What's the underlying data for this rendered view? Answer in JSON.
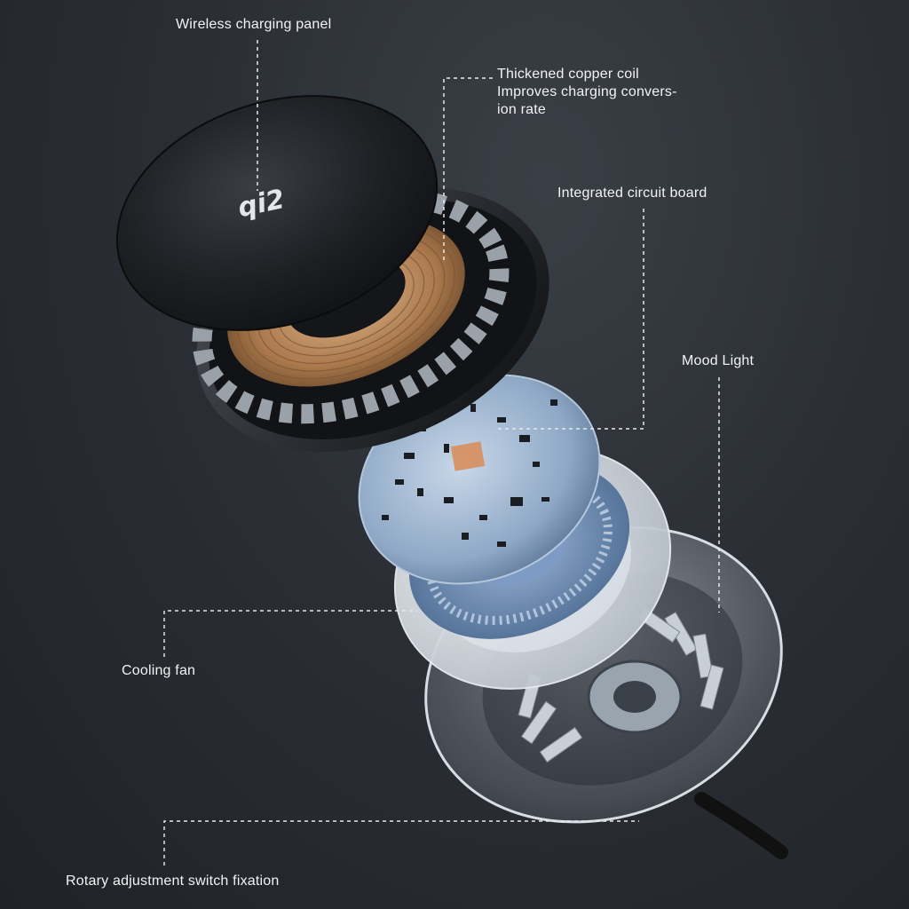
{
  "logo_text": "qi2",
  "labels": {
    "wireless_panel": "Wireless charging panel",
    "copper_coil": [
      "Thickened copper coil",
      "Improves charging convers-",
      "ion rate"
    ],
    "circuit_board": "Integrated circuit board",
    "mood_light": "Mood Light",
    "cooling_fan": "Cooling fan",
    "rotary_switch": "Rotary adjustment switch fixation"
  },
  "colors": {
    "background": "#2b2f35",
    "panel": "#1c1e22",
    "copper": "#b8865a",
    "circuit": "#8fa9c8",
    "fan": "#6f8fb9",
    "shell": "#d8dde3",
    "label_text": "#f2f3f5",
    "leader_line": "#e6e8eb"
  }
}
